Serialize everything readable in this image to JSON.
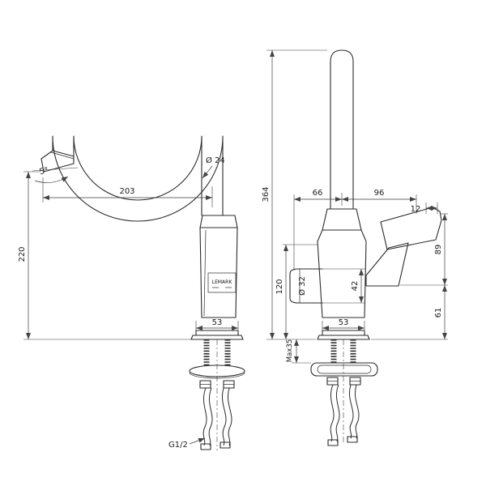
{
  "drawing": {
    "logo": "LEMARK",
    "left_view": {
      "spout_reach": "203",
      "height": "220",
      "spout_diameter": "Ø 24",
      "angle": "5°",
      "base_width": "53",
      "thread": "G1/2"
    },
    "front_view": {
      "total_height": "364",
      "spout_offset": "66",
      "handle_offset": "96",
      "handle_tip": "12",
      "handle_height": "89",
      "handle_to_base": "61",
      "outlet_height": "42",
      "outlet_diameter": "Ø 32",
      "body_height": "120",
      "max_thickness": "Max35",
      "base_width": "53"
    }
  }
}
